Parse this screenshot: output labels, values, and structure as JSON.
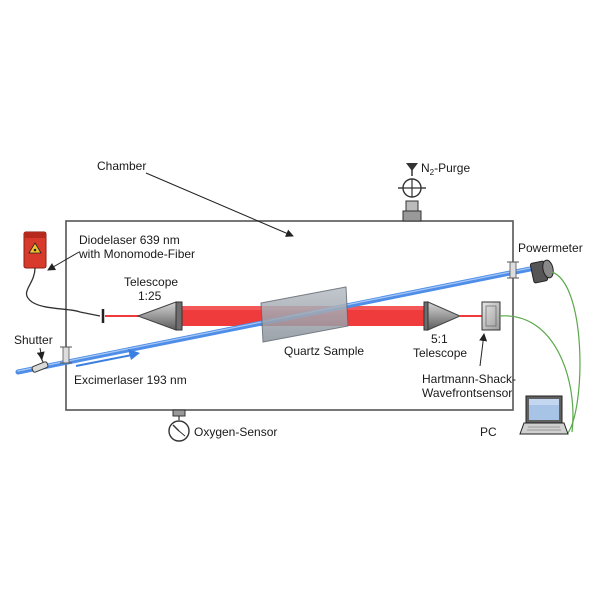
{
  "labels": {
    "chamber": "Chamber",
    "n2_purge_prefix": "N",
    "n2_purge_sub": "2",
    "n2_purge_suffix": "-Purge",
    "diodelaser_line1": "Diodelaser 639 nm",
    "diodelaser_line2": "with Monomode-Fiber",
    "telescope_in_line1": "Telescope",
    "telescope_in_line2": "1:25",
    "powermeter": "Powermeter",
    "shutter": "Shutter",
    "quartz_sample": "Quartz Sample",
    "telescope_out_line1": "5:1",
    "telescope_out_line2": "Telescope",
    "excimerlaser": "Excimerlaser 193 nm",
    "hartmann_line1": "Hartmann-Shack-",
    "hartmann_line2": "Wavefrontsensor",
    "oxygen_sensor": "Oxygen-Sensor",
    "pc": "PC"
  },
  "colors": {
    "red_beam": "#ef3b3b",
    "uv_beam": "#4f8ee8",
    "fiber": "#5aa84a",
    "chamber_border": "#555555"
  },
  "icons": {
    "diodelaser": "laser-warning-icon",
    "powermeter": "powermeter-icon",
    "pc": "laptop-icon",
    "gauge": "gauge-icon"
  }
}
